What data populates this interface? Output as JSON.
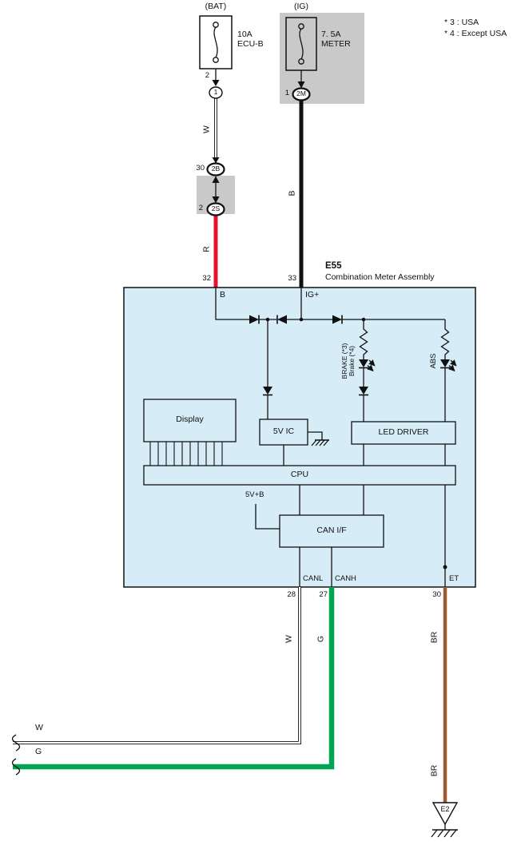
{
  "colors": {
    "box_fill": "#d6ecf7",
    "gray": "#c9c9c9",
    "red_wire": "#e8112d",
    "green_wire": "#00a551",
    "brown_wire": "#9c5a2e",
    "line": "#111111"
  },
  "legend": {
    "usa": "* 3 : USA",
    "except_usa": "* 4 : Except USA"
  },
  "bat_circuit": {
    "title": "(BAT)",
    "fuse_rating": "10A",
    "fuse_name": "ECU-B",
    "pin_out": "2",
    "connector": "1",
    "wire_color": "W",
    "pin_30": "30",
    "connector_2b": "2B",
    "pin_2": "2",
    "connector_2s": "2S",
    "wire_color_2": "R",
    "pin_32": "32"
  },
  "ig_circuit": {
    "title": "(IG)",
    "fuse_rating": "7. 5A",
    "fuse_name": "METER",
    "pin_out": "1",
    "connector": "2M",
    "wire_color": "B",
    "pin_33": "33"
  },
  "meter": {
    "code": "E55",
    "name": "Combination Meter Assembly",
    "input_b": "B",
    "input_ig": "IG+",
    "brake_line1": "BRAKE (*3)",
    "brake_line2": "Brake (*4)",
    "abs": "ABS",
    "display": "Display",
    "ic": "5V IC",
    "led_driver": "LED DRIVER",
    "cpu": "CPU",
    "v5b": "5V+B",
    "can_if": "CAN I/F",
    "canl": "CANL",
    "canh": "CANH",
    "et": "ET"
  },
  "outputs": {
    "pin_28": "28",
    "pin_27": "27",
    "pin_30": "30",
    "canl_wire": "W",
    "canh_wire": "G",
    "et_wire": "BR",
    "w_branch": "W",
    "g_branch": "G",
    "et_wire_2": "BR",
    "ground": "E2"
  }
}
